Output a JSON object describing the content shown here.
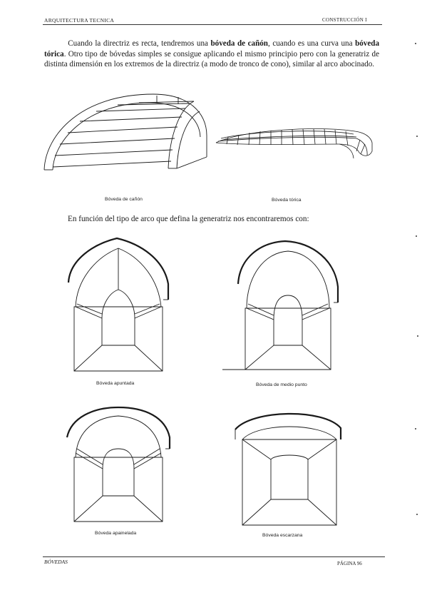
{
  "header": {
    "left": "ARQUITECTURA TECNICA",
    "right": "CONSTRUCCIÓN I"
  },
  "paragraph": {
    "p1": "Cuando la directriz es recta, tendremos una ",
    "b1": "bóveda de cañón",
    "p2": ", cuando es una curva una ",
    "b2": "bóveda tórica",
    "p3": ". Otro tipo de bóvedas simples se consigue aplicando el mismo principio pero con la generatriz de distinta dimensión en los extremos de la directriz (a modo de tronco de cono), similar al arco abocinado."
  },
  "figures_top": {
    "caption_canon": "Bóveda de cañón",
    "caption_torica": "Bóveda tórica"
  },
  "intro_text": "En función del tipo de arco que defina la generatriz nos encontraremos con:",
  "figures_bottom": {
    "caption_apuntada": "Bóveda apuntada",
    "caption_medio_punto": "Bóveda de medio punto",
    "caption_apainelada": "Bóveda apainelada",
    "caption_escarzana": "Bóveda escarzana"
  },
  "footer": {
    "left": "BÓVEDAS",
    "right": "PÁGINA 96"
  }
}
